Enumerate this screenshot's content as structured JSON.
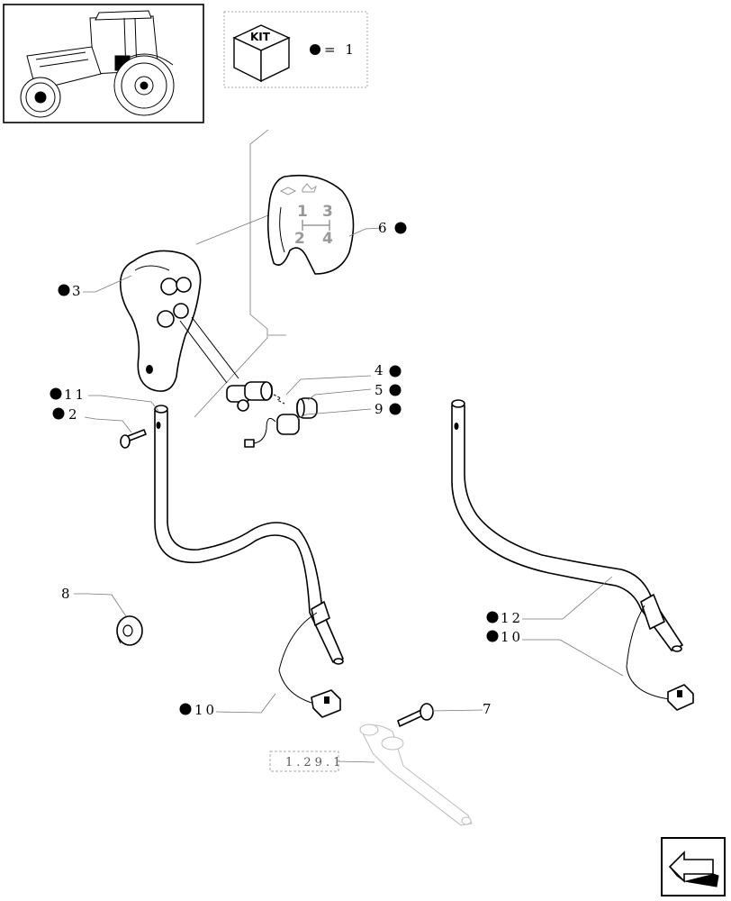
{
  "kit_legend": {
    "badge": "KIT",
    "equals": "= 1"
  },
  "reference_box": "1.29.1",
  "callouts": [
    {
      "id": "6",
      "text": "6",
      "kit": true
    },
    {
      "id": "3",
      "text": "3",
      "kit": true
    },
    {
      "id": "4",
      "text": "4",
      "kit": true
    },
    {
      "id": "5",
      "text": "5",
      "kit": true
    },
    {
      "id": "9",
      "text": "9",
      "kit": true
    },
    {
      "id": "11",
      "text": "11",
      "kit": true
    },
    {
      "id": "2",
      "text": "2",
      "kit": true
    },
    {
      "id": "8",
      "text": "8",
      "kit": false
    },
    {
      "id": "12",
      "text": "12",
      "kit": true
    },
    {
      "id": "10a",
      "text": "10",
      "kit": true
    },
    {
      "id": "10b",
      "text": "10",
      "kit": true
    },
    {
      "id": "7",
      "text": "7",
      "kit": false
    }
  ],
  "gear_decal": {
    "g1": "1",
    "g2": "2",
    "g3": "3",
    "g4": "4"
  },
  "icons": {
    "tractor_thumbnail": "tractor-icon",
    "kit_box": "kit-box-icon",
    "nav_arrow": "return-arrow-icon"
  }
}
